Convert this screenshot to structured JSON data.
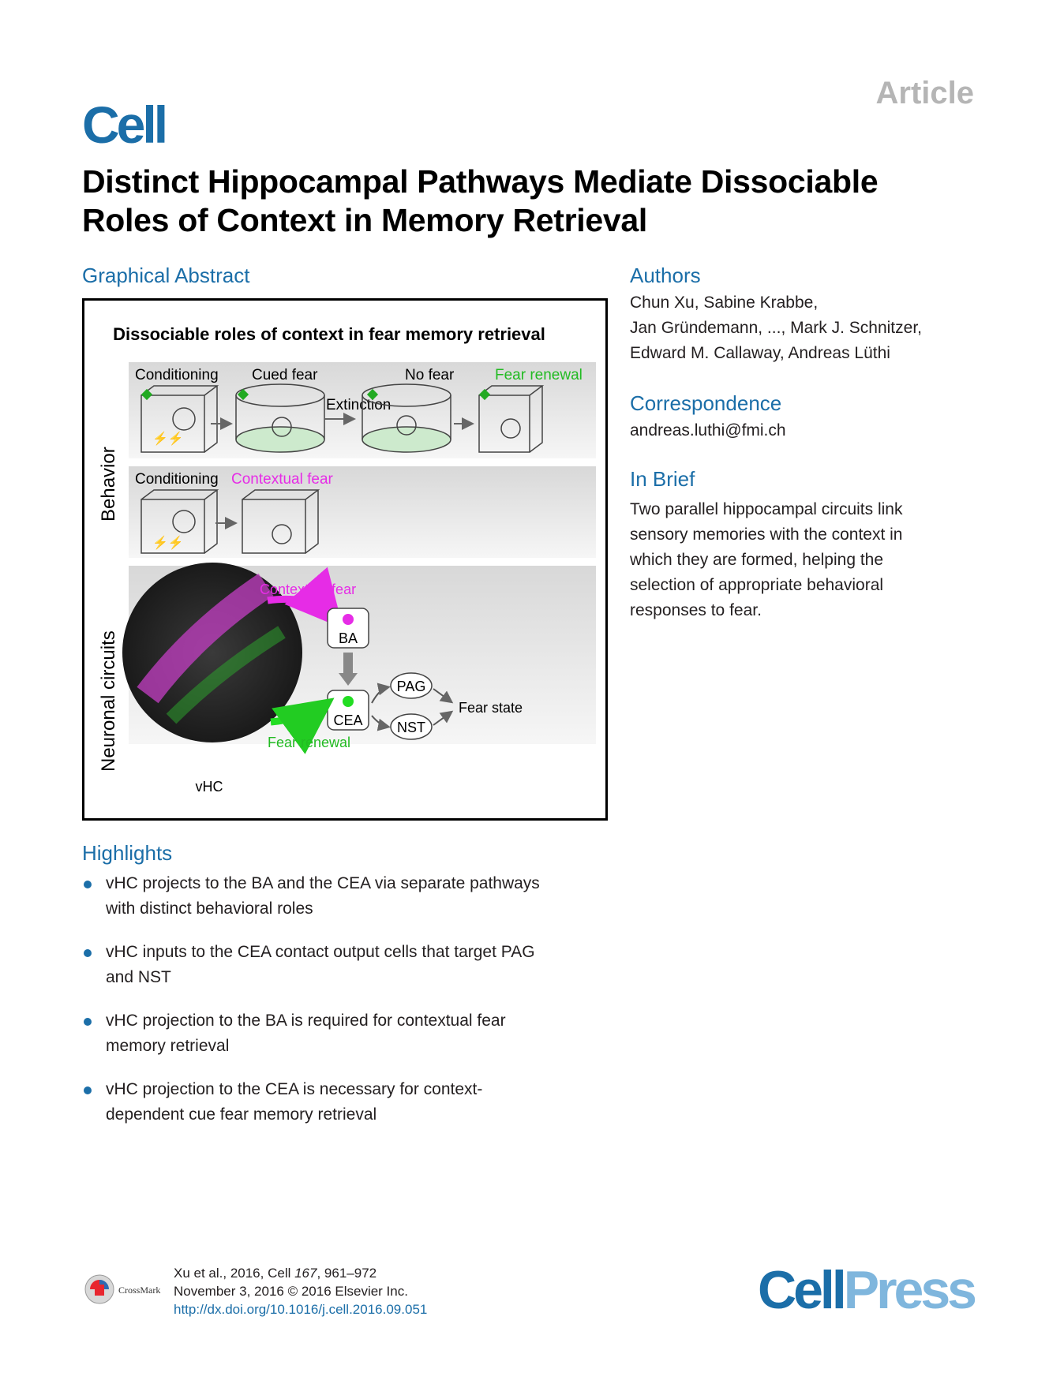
{
  "header": {
    "article_label": "Article",
    "journal": "Cell"
  },
  "title_line1": "Distinct Hippocampal Pathways Mediate Dissociable",
  "title_line2": "Roles of Context in Memory Retrieval",
  "graphical_abstract": {
    "heading": "Graphical Abstract",
    "figure_title": "Dissociable roles of context in fear memory retrieval",
    "row_label_behavior": "Behavior",
    "row_label_neuronal": "Neuronal circuits",
    "conditioning_1": "Conditioning",
    "cued_fear": "Cued fear",
    "extinction": "Extinction",
    "no_fear": "No fear",
    "fear_renewal_top": "Fear renewal",
    "conditioning_2": "Conditioning",
    "contextual_fear_top": "Contextual fear",
    "contextual_fear_circuit": "Contextual fear",
    "ba": "BA",
    "cea": "CEA",
    "pag": "PAG",
    "nst": "NST",
    "fear_state": "Fear state",
    "fear_renewal_circuit": "Fear renewal",
    "vhc": "vHC"
  },
  "authors": {
    "heading": "Authors",
    "line1": "Chun Xu, Sabine Krabbe,",
    "line2": "Jan Gründemann, ..., Mark J. Schnitzer,",
    "line3": "Edward M. Callaway, Andreas Lüthi"
  },
  "correspondence": {
    "heading": "Correspondence",
    "email": "andreas.luthi@fmi.ch"
  },
  "in_brief": {
    "heading": "In Brief",
    "line1": "Two parallel hippocampal circuits link",
    "line2": "sensory memories with the context in",
    "line3": "which they are formed, helping the",
    "line4": "selection of appropriate behavioral",
    "line5": "responses to fear."
  },
  "highlights": {
    "heading": "Highlights",
    "items": [
      {
        "l1": "vHC projects to the BA and the CEA via separate pathways",
        "l2": "with distinct behavioral roles"
      },
      {
        "l1": "vHC inputs to the CEA contact output cells that target PAG",
        "l2": "and NST"
      },
      {
        "l1": "vHC projection to the BA is required for contextual fear",
        "l2": "memory retrieval"
      },
      {
        "l1": "vHC projection to the CEA is necessary for context-",
        "l2": "dependent cue fear memory retrieval"
      }
    ]
  },
  "footer": {
    "citation_prefix": "Xu et al., 2016, Cell ",
    "volume": "167",
    "pages": ", 961–972",
    "date": "November 3, 2016 © 2016 Elsevier Inc.",
    "doi": "http://dx.doi.org/10.1016/j.cell.2016.09.051",
    "crossmark": "CrossMark",
    "publisher_part1": "Cell",
    "publisher_part2": "Press"
  },
  "colors": {
    "brand_blue": "#1b6ea8",
    "magenta": "#e62ce6",
    "green": "#22cc22",
    "gray_label": "#b5b5b5"
  }
}
